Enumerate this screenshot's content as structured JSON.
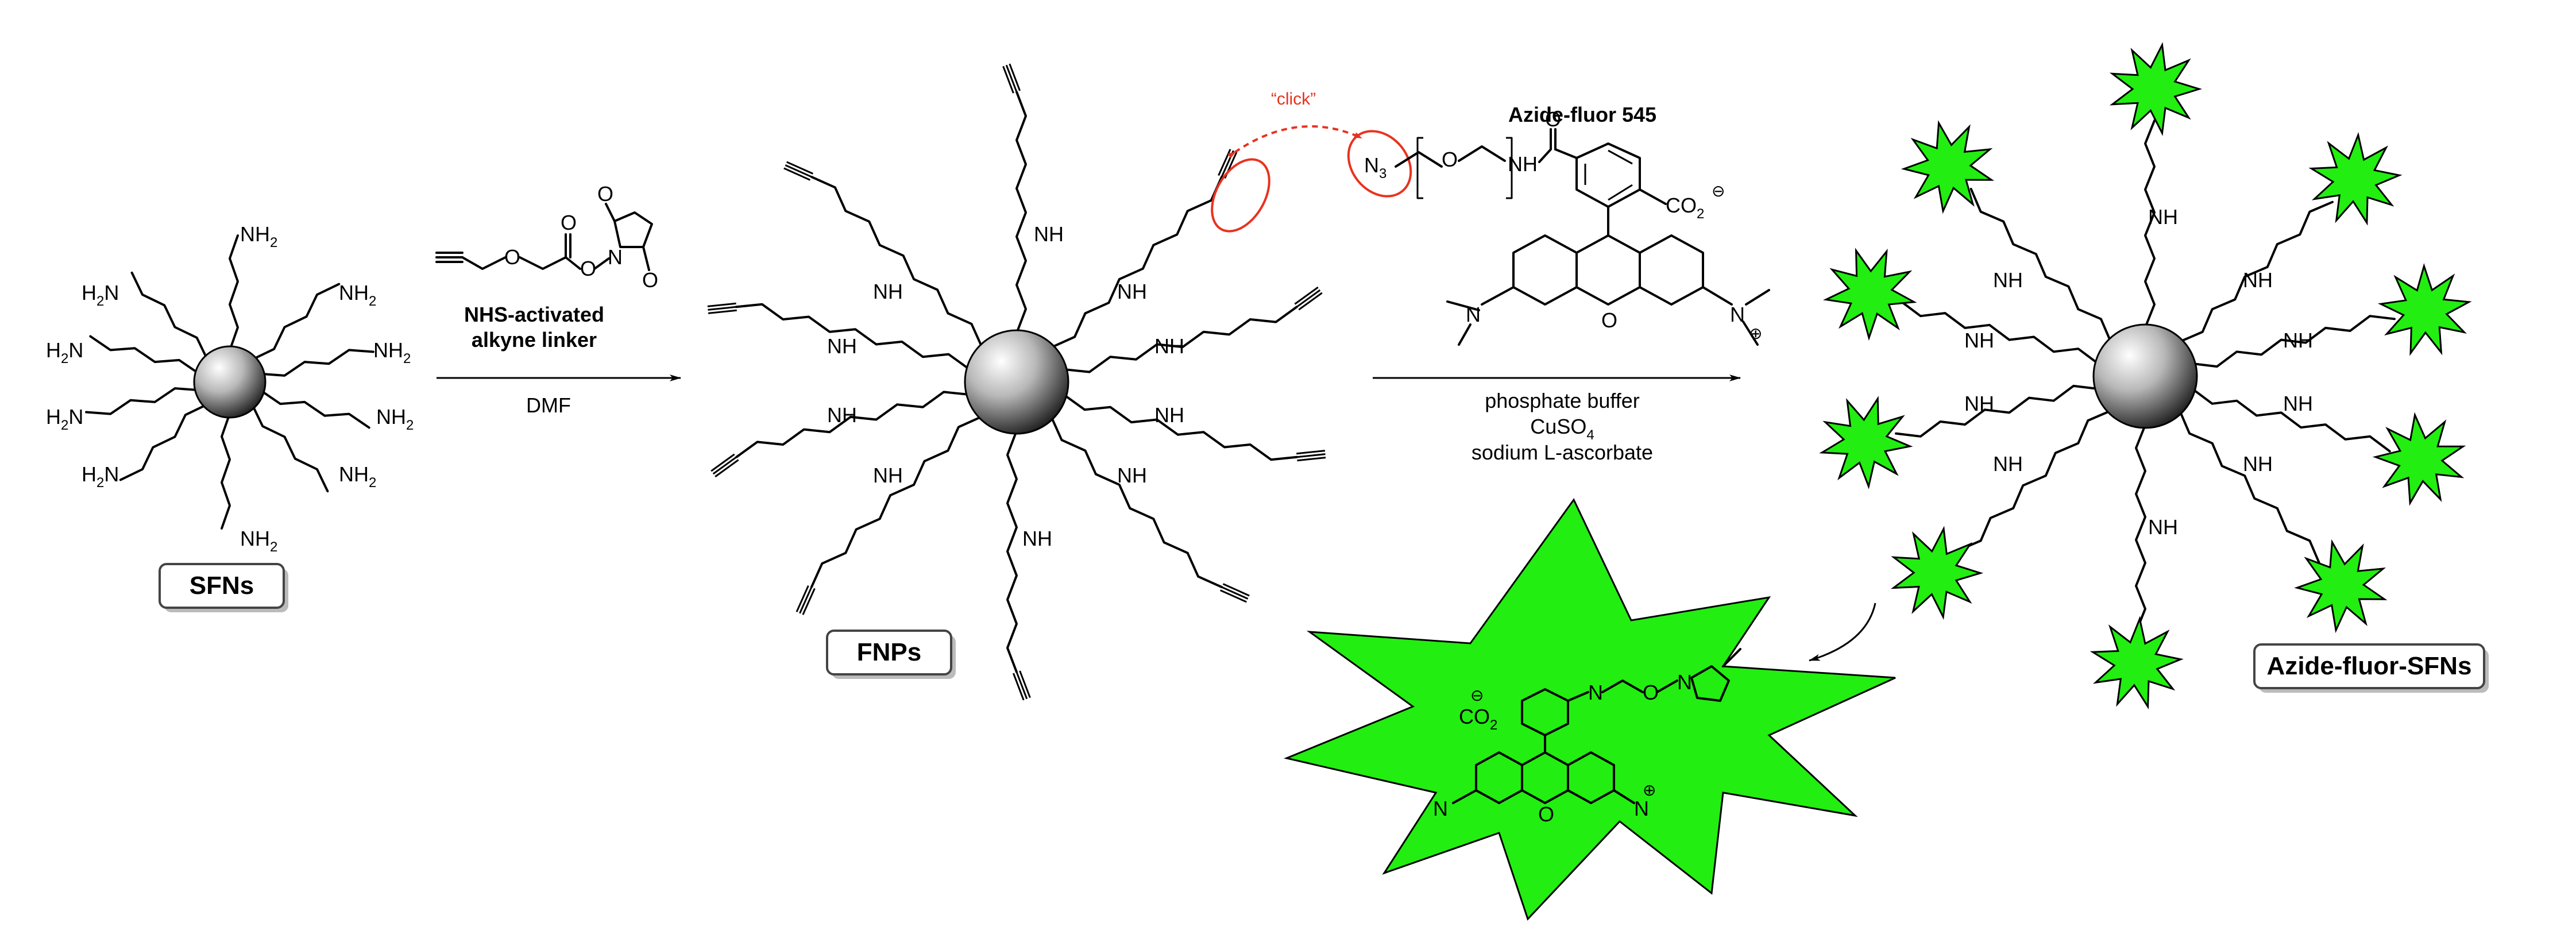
{
  "colors": {
    "fluor_green": "#22ee11",
    "click_red": "#e8321e",
    "particle_light": "#ffffff",
    "particle_dark": "#333333"
  },
  "labels": {
    "sfn_box": "SFNs",
    "fnp_box": "FNPs",
    "final_box": "Azide-fluor-SFNs"
  },
  "step1": {
    "reagent_line1": "NHS-activated",
    "reagent_line2": "alkyne linker",
    "solvent": "DMF"
  },
  "step2": {
    "reagent_name": "Azide-fluor 545",
    "condition1": "phosphate buffer",
    "condition2_main": "CuSO",
    "condition2_sub": "4",
    "condition3": "sodium L-ascorbate"
  },
  "annotations": {
    "click": "“click”"
  },
  "chem": {
    "nh2_main": "NH",
    "nh2_sub": "2",
    "h2n_main": "H",
    "h2n_sub": "2",
    "h2n_n": "N",
    "nh": "NH",
    "n": "N",
    "o": "O",
    "co2": "CO",
    "co2_sub": "2",
    "n3_main": "N",
    "n3_sub": "3",
    "minus": "⊖",
    "plus": "⊕"
  }
}
